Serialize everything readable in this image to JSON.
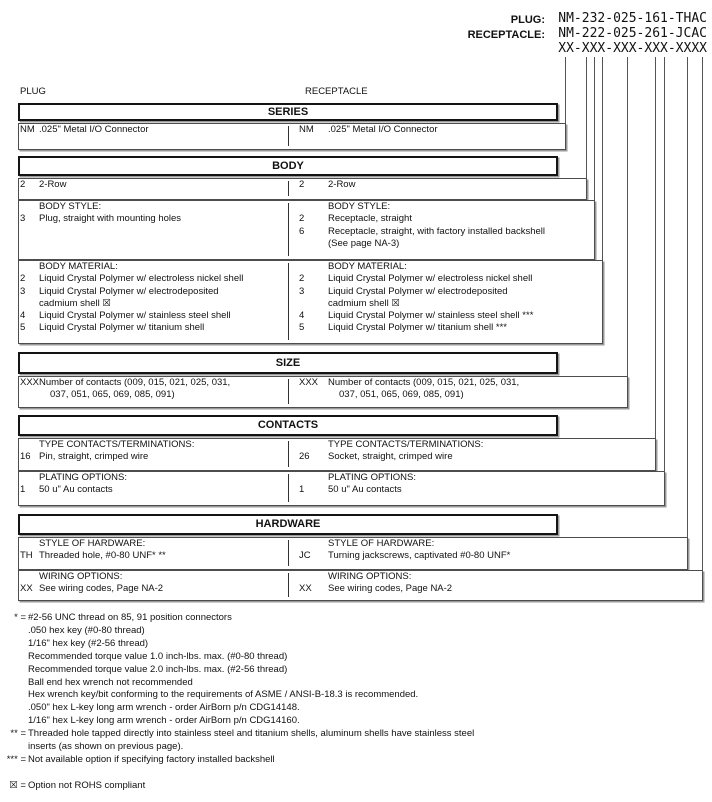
{
  "title_block": {
    "plug_label": "PLUG:",
    "plug_value": "NM-232-025-161-THAC",
    "receptacle_label": "RECEPTACLE:",
    "receptacle_value": "NM-222-025-261-JCAC",
    "mask_value": "XX-XXX-XXX-XXX-XXXX"
  },
  "column_labels": {
    "plug": "PLUG",
    "receptacle": "RECEPTACLE"
  },
  "sections": {
    "series": {
      "header": "SERIES",
      "left": {
        "code": "NM",
        "desc": ".025\" Metal I/O Connector"
      },
      "right": {
        "code": "NM",
        "desc": ".025\" Metal I/O Connector"
      }
    },
    "body": {
      "header": "BODY",
      "row": {
        "left": {
          "code": "2",
          "desc": "2-Row"
        },
        "right": {
          "code": "2",
          "desc": "2-Row"
        }
      },
      "style": {
        "label": "BODY STYLE:",
        "left": [
          {
            "code": "3",
            "desc": "Plug, straight with mounting holes"
          }
        ],
        "right": [
          {
            "code": "2",
            "desc": "Receptacle, straight"
          },
          {
            "code": "6",
            "desc": "Receptacle, straight, with factory installed backshell",
            "desc2": "(See page NA-3)"
          }
        ]
      },
      "material": {
        "label": "BODY MATERIAL:",
        "left": [
          {
            "code": "2",
            "desc": "Liquid Crystal Polymer w/ electroless nickel shell"
          },
          {
            "code": "3",
            "desc": "Liquid Crystal Polymer w/ electrodeposited",
            "desc2": "cadmium shell  ☒"
          },
          {
            "code": "4",
            "desc": "Liquid Crystal Polymer w/ stainless steel shell"
          },
          {
            "code": "5",
            "desc": "Liquid Crystal Polymer w/ titanium shell"
          }
        ],
        "right": [
          {
            "code": "2",
            "desc": "Liquid Crystal Polymer w/ electroless nickel shell"
          },
          {
            "code": "3",
            "desc": "Liquid Crystal Polymer w/ electrodeposited",
            "desc2": "cadmium shell  ☒"
          },
          {
            "code": "4",
            "desc": "Liquid Crystal Polymer w/ stainless steel shell ***"
          },
          {
            "code": "5",
            "desc": "Liquid Crystal Polymer w/ titanium shell ***"
          }
        ]
      }
    },
    "size": {
      "header": "SIZE",
      "left": {
        "code": "XXX",
        "desc": "Number of contacts (009, 015, 021, 025, 031,",
        "desc2": "037, 051, 065, 069, 085, 091)"
      },
      "right": {
        "code": "XXX",
        "desc": "Number of contacts (009, 015, 021, 025, 031,",
        "desc2": "037, 051, 065, 069, 085, 091)"
      }
    },
    "contacts": {
      "header": "CONTACTS",
      "type": {
        "label": "TYPE CONTACTS/TERMINATIONS:",
        "left": {
          "code": "16",
          "desc": "Pin, straight, crimped wire"
        },
        "right": {
          "code": "26",
          "desc": "Socket, straight, crimped wire"
        }
      },
      "plating": {
        "label": "PLATING OPTIONS:",
        "left": {
          "code": "1",
          "desc": "50 u\" Au contacts"
        },
        "right": {
          "code": "1",
          "desc": "50 u\" Au contacts"
        }
      }
    },
    "hardware": {
      "header": "HARDWARE",
      "style": {
        "label": "STYLE OF HARDWARE:",
        "left": {
          "code": "TH",
          "desc": "Threaded hole, #0-80 UNF*  **"
        },
        "right": {
          "code": "JC",
          "desc": "Turning jackscrews, captivated #0-80 UNF*"
        }
      },
      "wiring": {
        "label": "WIRING OPTIONS:",
        "left": {
          "code": "XX",
          "desc": "See wiring codes, Page NA-2"
        },
        "right": {
          "code": "XX",
          "desc": "See wiring codes, Page NA-2"
        }
      }
    }
  },
  "footnotes": [
    {
      "marker": "* =",
      "lines": [
        "#2-56 UNC thread on 85, 91 position connectors",
        ".050 hex key (#0-80 thread)",
        "1/16\" hex key (#2-56 thread)",
        "Recommended torque value 1.0 inch-lbs. max. (#0-80 thread)",
        "Recommended torque value 2.0 inch-lbs. max. (#2-56 thread)",
        "Ball end hex wrench not recommended",
        "Hex wrench key/bit conforming to the requirements of ASME / ANSI-B-18.3 is recommended.",
        ".050\" hex L-key long arm wrench - order AirBorn p/n CDG14148.",
        "1/16\" hex L-key long arm wrench - order AirBorn p/n CDG14160."
      ]
    },
    {
      "marker": "** =",
      "lines": [
        "Threaded hole tapped directly into stainless steel and titanium shells, aluminum shells have stainless steel",
        "inserts (as shown on previous page)."
      ]
    },
    {
      "marker": "*** =",
      "lines": [
        "Not available option if specifying factory installed backshell"
      ]
    },
    {
      "marker": "☒ =",
      "lines": [
        "Option not ROHS compliant"
      ]
    }
  ]
}
